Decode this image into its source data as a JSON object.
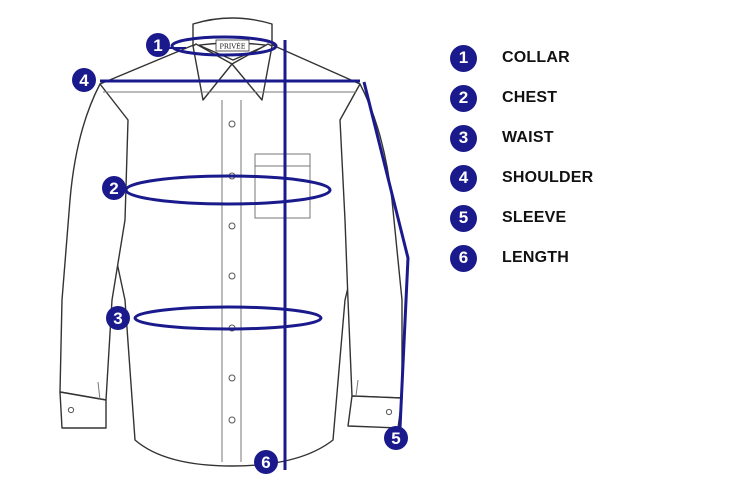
{
  "brand_label": "PRIVÉE",
  "colors": {
    "accent": "#1a1a8c",
    "outline": "#333333",
    "badge_text": "#ffffff"
  },
  "markers": [
    {
      "id": "marker-collar",
      "number": "1"
    },
    {
      "id": "marker-chest",
      "number": "2"
    },
    {
      "id": "marker-waist",
      "number": "3"
    },
    {
      "id": "marker-shoulder",
      "number": "4"
    },
    {
      "id": "marker-sleeve",
      "number": "5"
    },
    {
      "id": "marker-length",
      "number": "6"
    }
  ],
  "legend": [
    {
      "number": "1",
      "label": "COLLAR"
    },
    {
      "number": "2",
      "label": "CHEST"
    },
    {
      "number": "3",
      "label": "WAIST"
    },
    {
      "number": "4",
      "label": "SHOULDER"
    },
    {
      "number": "5",
      "label": "SLEEVE"
    },
    {
      "number": "6",
      "label": "LENGTH"
    }
  ]
}
